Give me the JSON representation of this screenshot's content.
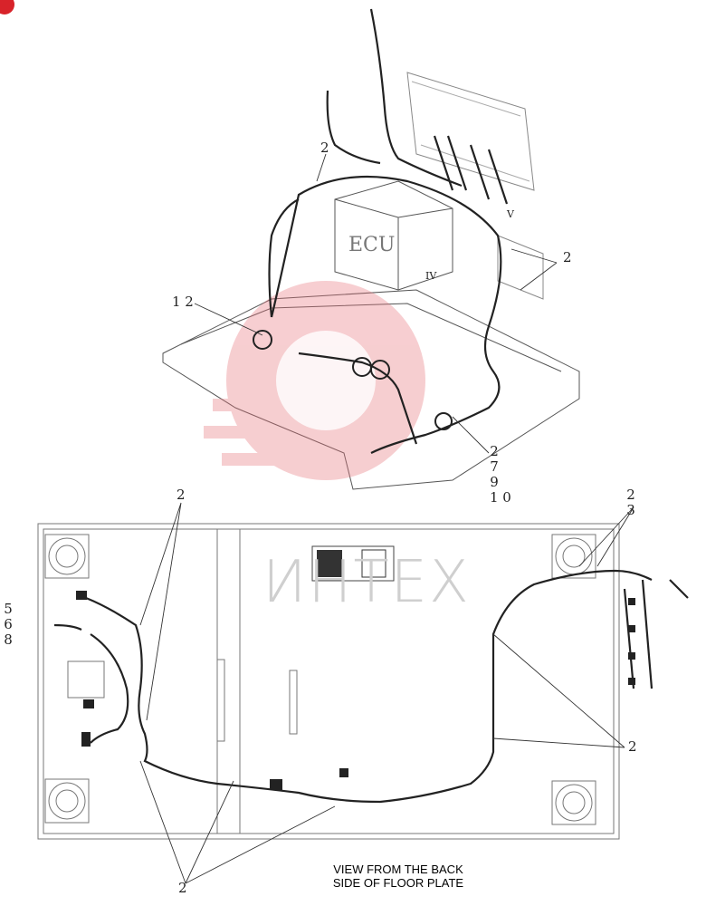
{
  "watermark": {
    "text": "ИНТЕХ"
  },
  "callouts": {
    "top_left": "2",
    "right_top": "2",
    "part_12": "1 2",
    "stack_bottom": [
      "2",
      "7",
      "9",
      "1 0"
    ],
    "arrow_iv": "IV",
    "arrow_v": "V",
    "ecu_label": "ECU",
    "bottom_top_left": "2",
    "bottom_top_right": [
      "2",
      "3"
    ],
    "left_stack": [
      "5",
      "6",
      "8"
    ],
    "bottom_right": "2",
    "bottom_left": "2"
  },
  "caption": {
    "line1": "VIEW FROM THE BACK",
    "line2": "SIDE OF FLOOR PLATE"
  },
  "colors": {
    "line": "#222222",
    "watermark": "#e8747a",
    "accent": "#d8232a"
  }
}
